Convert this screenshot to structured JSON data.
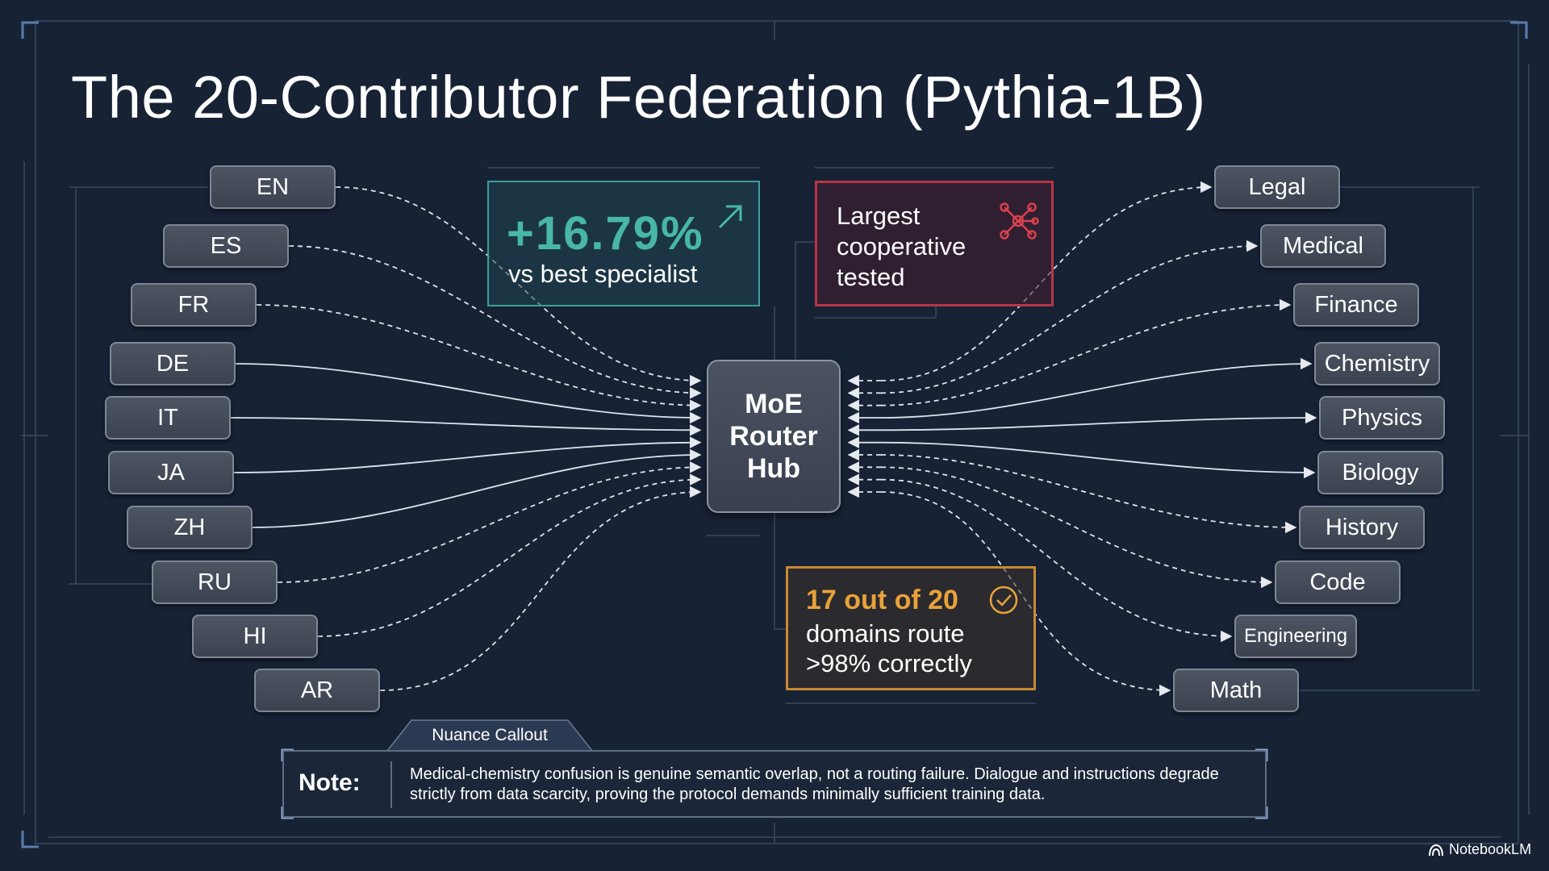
{
  "title": "The 20-Contributor Federation (Pythia-1B)",
  "hub": {
    "lines": [
      "MoE",
      "Router",
      "Hub"
    ]
  },
  "languages": [
    "EN",
    "ES",
    "FR",
    "DE",
    "IT",
    "JA",
    "ZH",
    "RU",
    "HI",
    "AR"
  ],
  "domains": [
    "Legal",
    "Medical",
    "Finance",
    "Chemistry",
    "Physics",
    "Biology",
    "History",
    "Code",
    "Engineering",
    "Math"
  ],
  "stats": {
    "gain": {
      "value": "+16.79%",
      "caption": "vs best specialist",
      "icon": "trend-up-arrow-icon",
      "color": "#48b7a9"
    },
    "cooperative": {
      "lines": [
        "Largest",
        "cooperative",
        "tested"
      ],
      "icon": "network-icon",
      "color": "#b73545"
    },
    "routing": {
      "value": "17 out of 20",
      "lines": [
        "domains route",
        ">98% correctly"
      ],
      "icon": "check-circle-icon",
      "color": "#e8a23a"
    }
  },
  "callout": {
    "tab": "Nuance Callout",
    "label": "Note:",
    "text": "Medical-chemistry confusion is genuine semantic overlap, not a routing failure. Dialogue and instructions degrade strictly from data scarcity, proving the protocol demands minimally sufficient training data."
  },
  "brand": "NotebookLM",
  "colors": {
    "background": "#172235",
    "node": "#434b59",
    "connector": "#d9dee5"
  }
}
